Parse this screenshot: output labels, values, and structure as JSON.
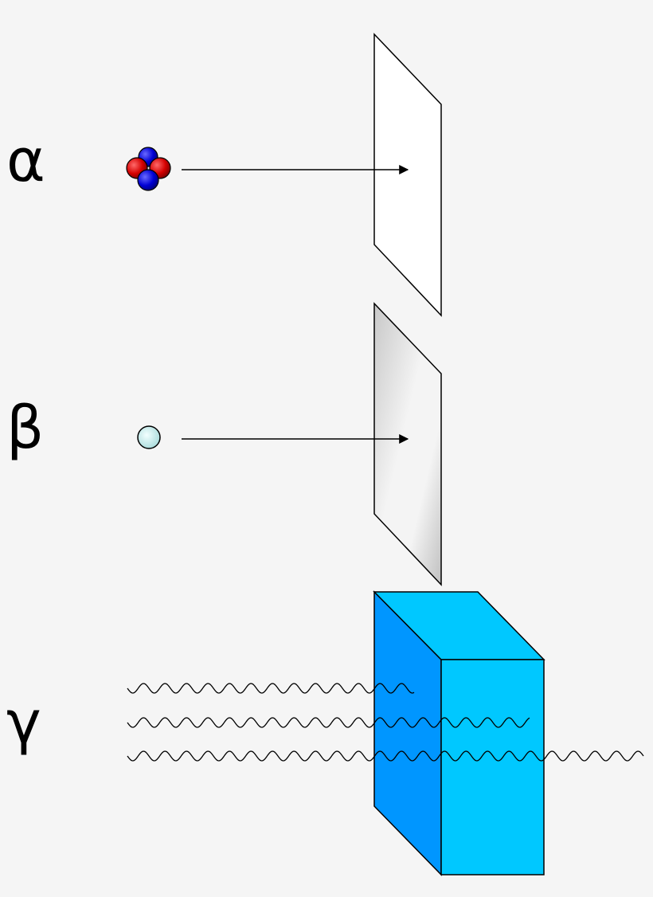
{
  "labels": {
    "alpha": "α",
    "beta": "β",
    "gamma": "γ"
  },
  "colors": {
    "background": "#f5f5f5",
    "proton": "#d40000",
    "neutron": "#0000d4",
    "electron": "#c8ecec",
    "paper": "#ffffff",
    "metal_sheet": "#e6e6e6",
    "block_front": "#00c8ff",
    "block_side": "#0096ff",
    "outline": "#000000"
  }
}
